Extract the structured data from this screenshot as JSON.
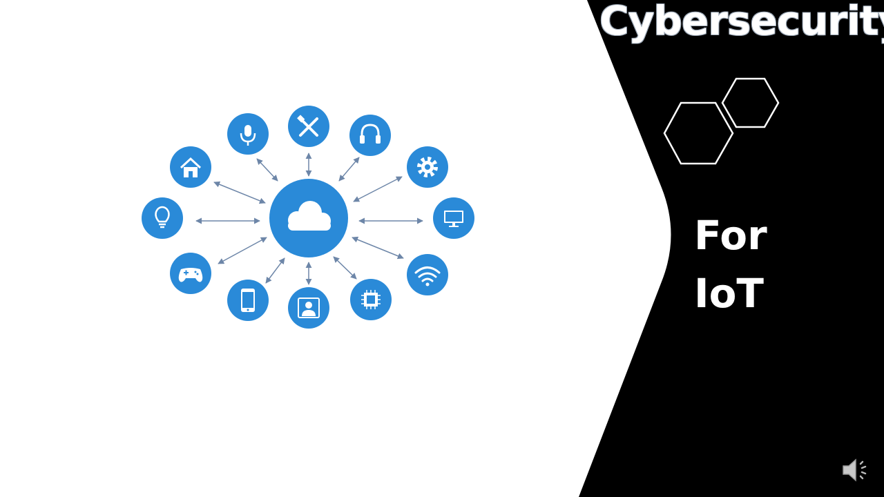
{
  "slide": {
    "title": "Cybersecurity",
    "subtitle_line1": "For",
    "subtitle_line2": "IoT"
  },
  "colors": {
    "accent_blue": "#2a8ad8",
    "arrow_gray": "#6d86a8",
    "panel_black": "#000000",
    "title_outline": "#9aa6b4"
  },
  "network_diagram": {
    "hub_icon": "cloud-icon",
    "node_icons": [
      "microphone-icon",
      "tools-icon",
      "headphones-icon",
      "gear-icon",
      "monitor-icon",
      "wifi-icon",
      "chip-icon",
      "user-icon",
      "smartphone-icon",
      "gamepad-icon",
      "lightbulb-icon",
      "home-icon"
    ]
  },
  "audio_icon": "speaker-icon"
}
